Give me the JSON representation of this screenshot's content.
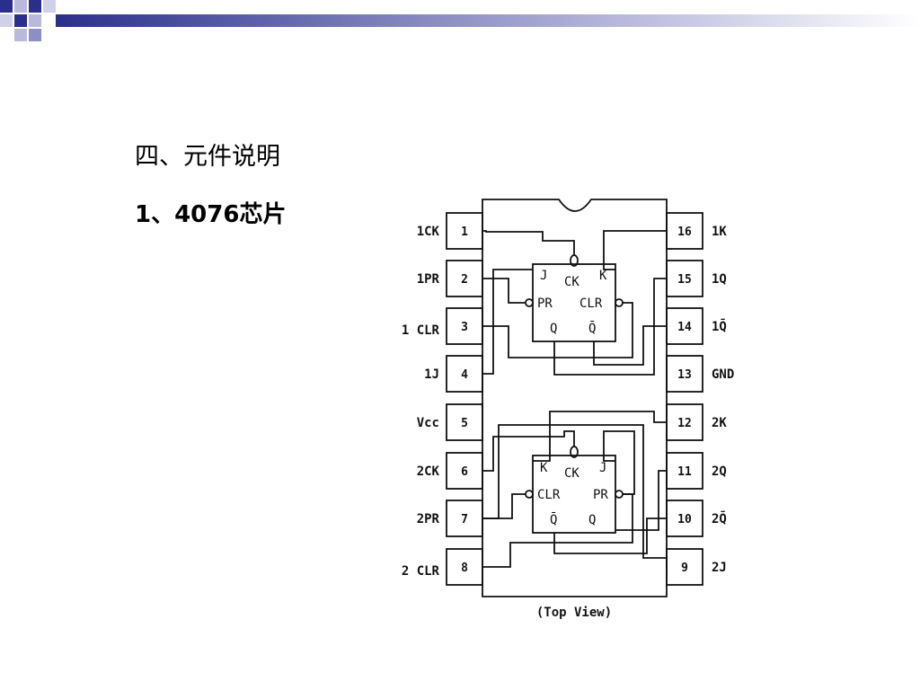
{
  "slide": {
    "heading": "四、元件说明",
    "subheading": "1、4076芯片"
  },
  "chip": {
    "caption": "(Top View)",
    "left_pins": [
      {
        "num": "1",
        "label": "1CK"
      },
      {
        "num": "2",
        "label": "1PR"
      },
      {
        "num": "3",
        "label": "1 CLR"
      },
      {
        "num": "4",
        "label": "1J"
      },
      {
        "num": "5",
        "label": "Vcc"
      },
      {
        "num": "6",
        "label": "2CK"
      },
      {
        "num": "7",
        "label": "2PR"
      },
      {
        "num": "8",
        "label": "2 CLR"
      }
    ],
    "right_pins": [
      {
        "num": "16",
        "label": "1K"
      },
      {
        "num": "15",
        "label": "1Q"
      },
      {
        "num": "14",
        "label": "1Q̄"
      },
      {
        "num": "13",
        "label": "GND"
      },
      {
        "num": "12",
        "label": "2K"
      },
      {
        "num": "11",
        "label": "2Q"
      },
      {
        "num": "10",
        "label": "2Q̄"
      },
      {
        "num": "9",
        "label": "2J"
      }
    ],
    "flipflop_1": {
      "j": "J",
      "ck": "CK",
      "k": "K",
      "pr": "PR",
      "clr": "CLR",
      "q": "Q",
      "qbar": "Q̄"
    },
    "flipflop_2": {
      "k": "K",
      "ck": "CK",
      "j": "J",
      "clr": "CLR",
      "pr": "PR",
      "qbar": "Q̄",
      "q": "Q"
    }
  }
}
